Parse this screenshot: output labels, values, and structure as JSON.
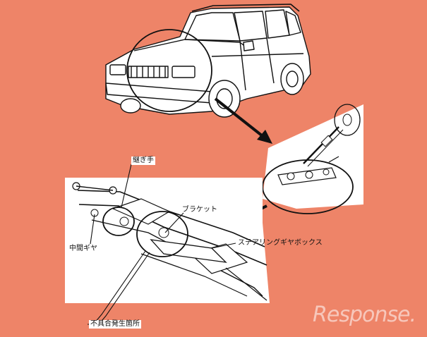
{
  "labels": {
    "joint": "継ぎ手",
    "bracket": "ブラケット",
    "steering_gearbox": "ステアリングギヤボックス",
    "intermediate_gear": "中間ギヤ",
    "defect_location": "不具合発生箇所"
  },
  "watermark": "Response.",
  "colors": {
    "background": "#ee8468",
    "panel": "#ffffff",
    "line": "#111111"
  }
}
